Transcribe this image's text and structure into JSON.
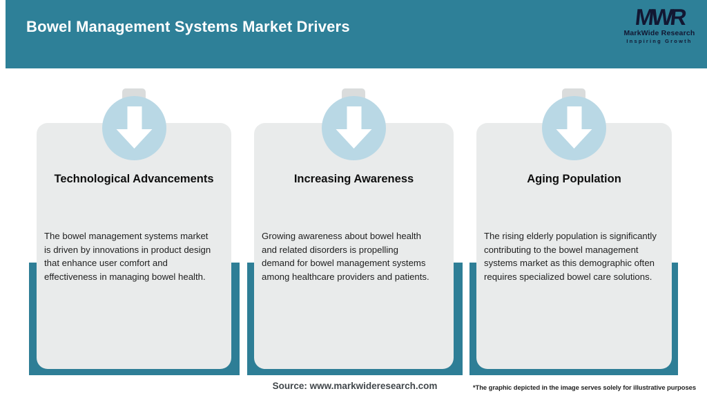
{
  "header": {
    "title": "Bowel Management Systems Market Drivers"
  },
  "logo": {
    "acronym": "MWR",
    "name": "MarkWide Research",
    "tagline": "Inspiring Growth"
  },
  "cards": [
    {
      "icon": "down-arrow-icon",
      "title": "Technological Advancements",
      "body": "The bowel management systems market\nis driven by innovations in product design\nthat enhance user comfort and\neffectiveness in managing bowel health."
    },
    {
      "icon": "down-arrow-icon",
      "title": "Increasing Awareness",
      "body": "Growing awareness about bowel health\nand related disorders is propelling\ndemand for bowel management systems\namong healthcare providers and patients."
    },
    {
      "icon": "down-arrow-icon",
      "title": "Aging Population",
      "body": "The rising elderly population is significantly\ncontributing to the bowel management\nsystems market as this demographic often\nrequires specialized bowel care solutions."
    }
  ],
  "footer": {
    "source": "Source: www.markwideresearch.com",
    "disclaimer": "*The graphic depicted in the image serves solely for illustrative purposes"
  },
  "colors": {
    "header_teal": "#2E8098",
    "bar_teal": "#2E7E96",
    "card_gray": "#E9EBEB",
    "circle_blue": "#B9D8E5",
    "logo_navy": "#121732",
    "background": "#FFFFFF"
  }
}
